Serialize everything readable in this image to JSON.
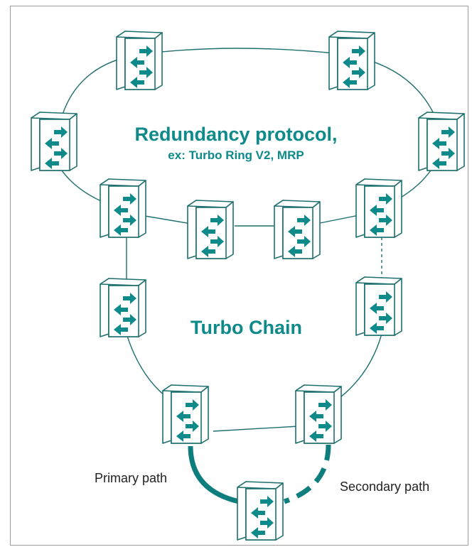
{
  "colors": {
    "accent": "#0e8a8a",
    "device_body": "#ffffff",
    "device_outline": "#1f6f6f",
    "line": "#1f6f6f"
  },
  "labels": {
    "redundancy_title": "Redundancy protocol,",
    "redundancy_example": "ex: Turbo Ring V2, MRP",
    "chain_title": "Turbo Chain",
    "primary_path": "Primary path",
    "secondary_path": "Secondary path"
  },
  "devices": [
    {
      "id": "ring-top-left",
      "icon": "switch-icon"
    },
    {
      "id": "ring-top-right",
      "icon": "switch-icon"
    },
    {
      "id": "ring-left",
      "icon": "switch-icon"
    },
    {
      "id": "ring-right",
      "icon": "switch-icon"
    },
    {
      "id": "ring-bottom-left",
      "icon": "switch-icon"
    },
    {
      "id": "ring-bottom-center-left",
      "icon": "switch-icon"
    },
    {
      "id": "ring-bottom-center-right",
      "icon": "switch-icon"
    },
    {
      "id": "ring-bottom-right",
      "icon": "switch-icon"
    },
    {
      "id": "chain-left",
      "icon": "switch-icon"
    },
    {
      "id": "chain-right",
      "icon": "switch-icon"
    },
    {
      "id": "chain-bottom-left",
      "icon": "switch-icon"
    },
    {
      "id": "chain-bottom-right",
      "icon": "switch-icon"
    },
    {
      "id": "chain-tail",
      "icon": "switch-icon"
    }
  ]
}
